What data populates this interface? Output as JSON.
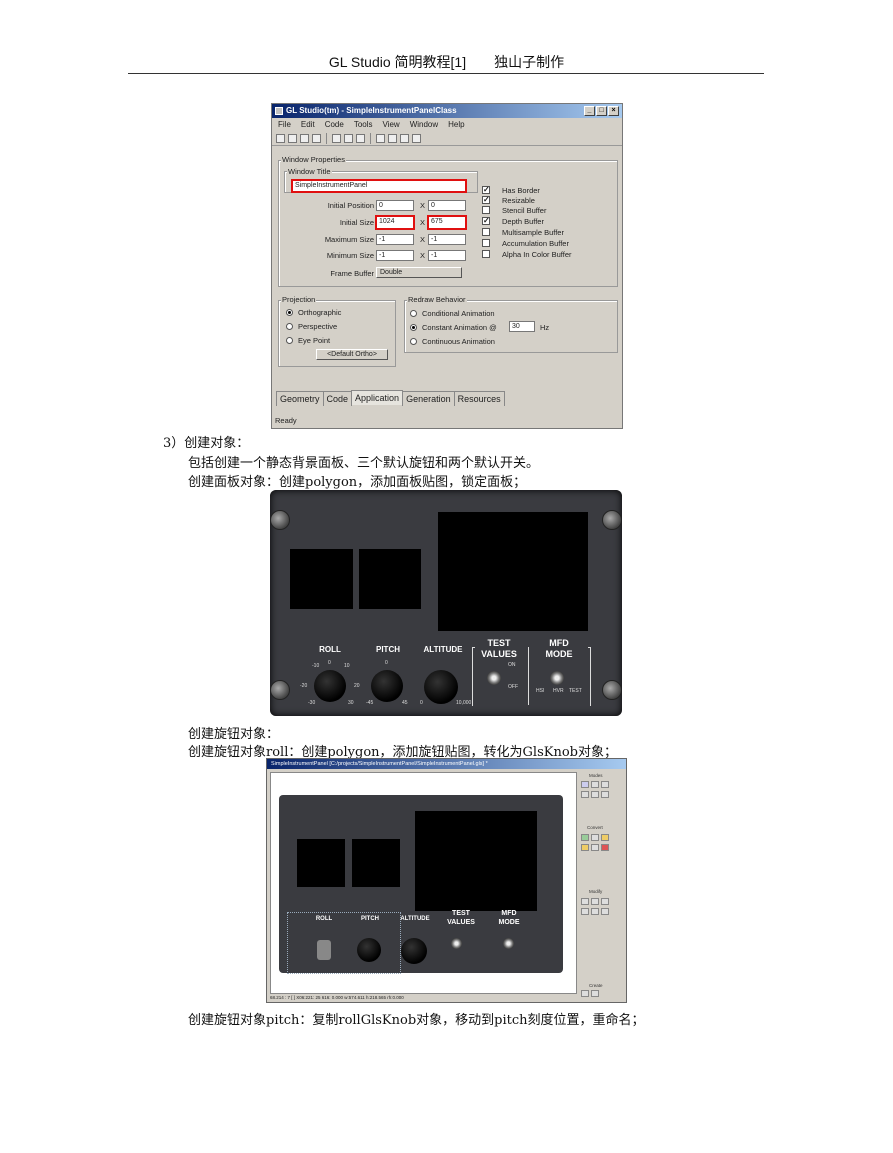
{
  "header": {
    "text": "GL Studio 简明教程[1]　　独山子制作"
  },
  "dialog": {
    "title": "GL Studio(tm) - SimpleInstrumentPanelClass",
    "window_buttons": [
      "_",
      "□",
      "×"
    ],
    "menu": [
      "File",
      "Edit",
      "Code",
      "Tools",
      "View",
      "Window",
      "Help"
    ],
    "group_window_properties": "Window Properties",
    "group_window_title": "Window Title",
    "window_title_value": "SimpleInstrumentPanel",
    "initial_position_label": "Initial Position",
    "initial_position_x": "0",
    "initial_position_y": "0",
    "initial_size_label": "Initial Size",
    "initial_size_x": "1024",
    "initial_size_y": "675",
    "maximum_size_label": "Maximum Size",
    "maximum_size_x": "-1",
    "maximum_size_y": "-1",
    "minimum_size_label": "Minimum Size",
    "minimum_size_x": "-1",
    "minimum_size_y": "-1",
    "x_sep": "X",
    "frame_buffer_label": "Frame Buffer",
    "frame_buffer_value": "Double",
    "checkboxes": [
      {
        "label": "Has Border",
        "checked": "✓"
      },
      {
        "label": "Resizable",
        "checked": "✓"
      },
      {
        "label": "Stencil Buffer",
        "checked": ""
      },
      {
        "label": "Depth Buffer",
        "checked": "✓"
      },
      {
        "label": "Multisample Buffer",
        "checked": ""
      },
      {
        "label": "Accumulation Buffer",
        "checked": ""
      },
      {
        "label": "Alpha In Color Buffer",
        "checked": ""
      }
    ],
    "projection_label": "Projection",
    "projection_options": [
      "Orthographic",
      "Perspective",
      "Eye Point"
    ],
    "default_ortho": "<Default Ortho>",
    "redraw_label": "Redraw Behavior",
    "redraw_conditional": "Conditional Animation",
    "redraw_constant": "Constant Animation @",
    "redraw_rate": "30",
    "redraw_unit": "Hz",
    "redraw_continuous": "Continuous Animation",
    "tabs": [
      "Geometry",
      "Code",
      "Application",
      "Generation",
      "Resources"
    ],
    "status": "Ready"
  },
  "text": {
    "step3": "3）创建对象：",
    "line1": "包括创建一个静态背景面板、三个默认旋钮和两个默认开关。",
    "line2": "创建面板对象：创建polygon，添加面板贴图，锁定面板；",
    "line3": "创建旋钮对象：",
    "line4": "创建旋钮对象roll：创建polygon，添加旋钮贴图，转化为GlsKnob对象；",
    "line5": "创建旋钮对象pitch：复制rollGlsKnob对象，移动到pitch刻度位置，重命名；"
  },
  "panel": {
    "roll": "ROLL",
    "pitch": "PITCH",
    "altitude": "ALTITUDE",
    "test": "TEST",
    "values": "VALUES",
    "mfd": "MFD",
    "mode": "MODE",
    "roll_ticks": [
      "-10",
      "0",
      "10",
      "-20",
      "20",
      "-30",
      "30"
    ],
    "pitch_ticks": [
      "0",
      "-45",
      "45"
    ],
    "alt_ticks": [
      "0",
      "10,000"
    ],
    "test_on": "ON",
    "test_off": "OFF",
    "mfd_modes": [
      "HSI",
      "HVR",
      "TEST"
    ]
  },
  "editor": {
    "title": "SimpleInstrumentPanel [C:/projects/SimpleInstrumentPanel/SimpleInstrumentPanel.gls] *",
    "tool_sections": [
      "Modes",
      "Convert",
      "Modify",
      "Create"
    ],
    "status": "68.214 : 7  [ ]  X06:221: 25 616: 0.000  w:574.611  h:218.565  rh:0.000"
  }
}
